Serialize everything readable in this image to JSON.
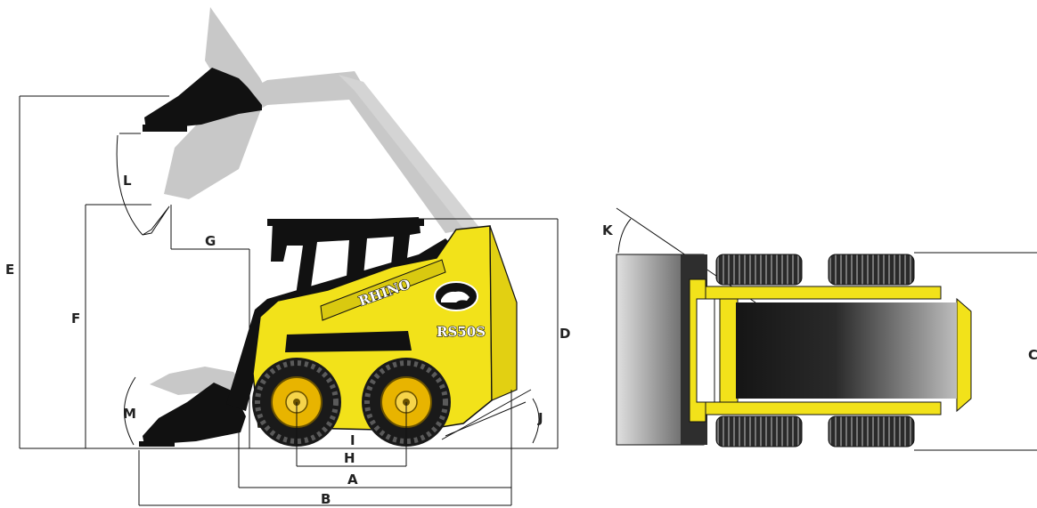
{
  "brand_text": "RHINO",
  "model_text": "RS50S",
  "labels": {
    "A": "A",
    "B": "B",
    "C": "C",
    "D": "D",
    "E": "E",
    "F": "F",
    "G": "G",
    "H": "H",
    "I": "I",
    "J": "J",
    "K": "K",
    "L": "L",
    "M": "M"
  },
  "colors": {
    "body_yellow": "#f2e21a",
    "cab_black": "#111111",
    "arm_ghost_gray": "#c8c8c8",
    "wheel_hub": "#e8b400",
    "outline": "#111111"
  },
  "icons": {
    "logo": "rhino-logo-icon"
  }
}
